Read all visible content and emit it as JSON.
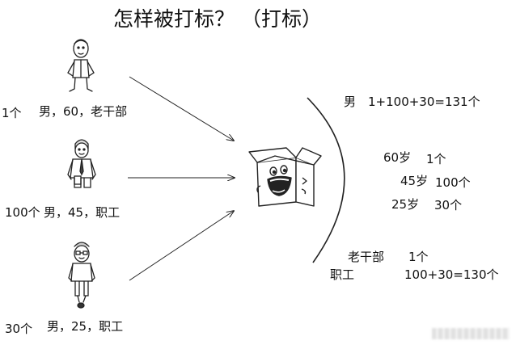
{
  "title": "怎样被打标？ （打标）",
  "groups": [
    {
      "count": "1个",
      "attributes": "男，60，老干部"
    },
    {
      "count": "100个",
      "attributes": "男，45，职工"
    },
    {
      "count": "30个",
      "attributes": "男，25，职工"
    }
  ],
  "results": {
    "gender": {
      "label": "男",
      "formula": "1+100+30=131个"
    },
    "ages": [
      {
        "age": "60岁",
        "count": "1个"
      },
      {
        "age": "45岁",
        "count": "100个"
      },
      {
        "age": "25岁",
        "count": "30个"
      }
    ],
    "roles": [
      {
        "role": "老干部",
        "count": "1个"
      },
      {
        "role": "职工",
        "count": "100+30=130个"
      }
    ]
  },
  "icons": {
    "person_1": "old-man-icon",
    "person_2": "worker-icon",
    "person_3": "young-man-icon",
    "machine": "labeling-box-icon"
  },
  "colors": {
    "ink": "#111111",
    "background": "#ffffff"
  }
}
